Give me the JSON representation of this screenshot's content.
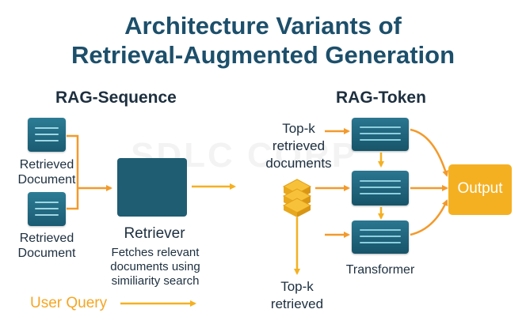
{
  "title": {
    "line1": "Architecture Variants of",
    "line2": "Retrieval-Augmented Generation"
  },
  "watermark": "SDLC CORP",
  "rag_sequence": {
    "heading": "RAG-Sequence",
    "doc1_label_1": "Retrieved",
    "doc1_label_2": "Document",
    "doc2_label_1": "Retrieved",
    "doc2_label_2": "Document",
    "retriever_title": "Retriever",
    "retriever_desc_1": "Fetches relevant",
    "retriever_desc_2": "documents using",
    "retriever_desc_3": "similiarity search",
    "user_query": "User Query"
  },
  "rag_token": {
    "heading": "RAG-Token",
    "topk_docs_1": "Top-k",
    "topk_docs_2": "retrieved",
    "topk_docs_3": "documents",
    "topk_bottom_1": "Top-k",
    "topk_bottom_2": "retrieved",
    "transformer": "Transformer",
    "output": "Output"
  },
  "colors": {
    "title": "#1c4f6b",
    "orange": "#f5b021",
    "arrow_orange": "#f39a2b",
    "teal": "#1f5d73"
  }
}
